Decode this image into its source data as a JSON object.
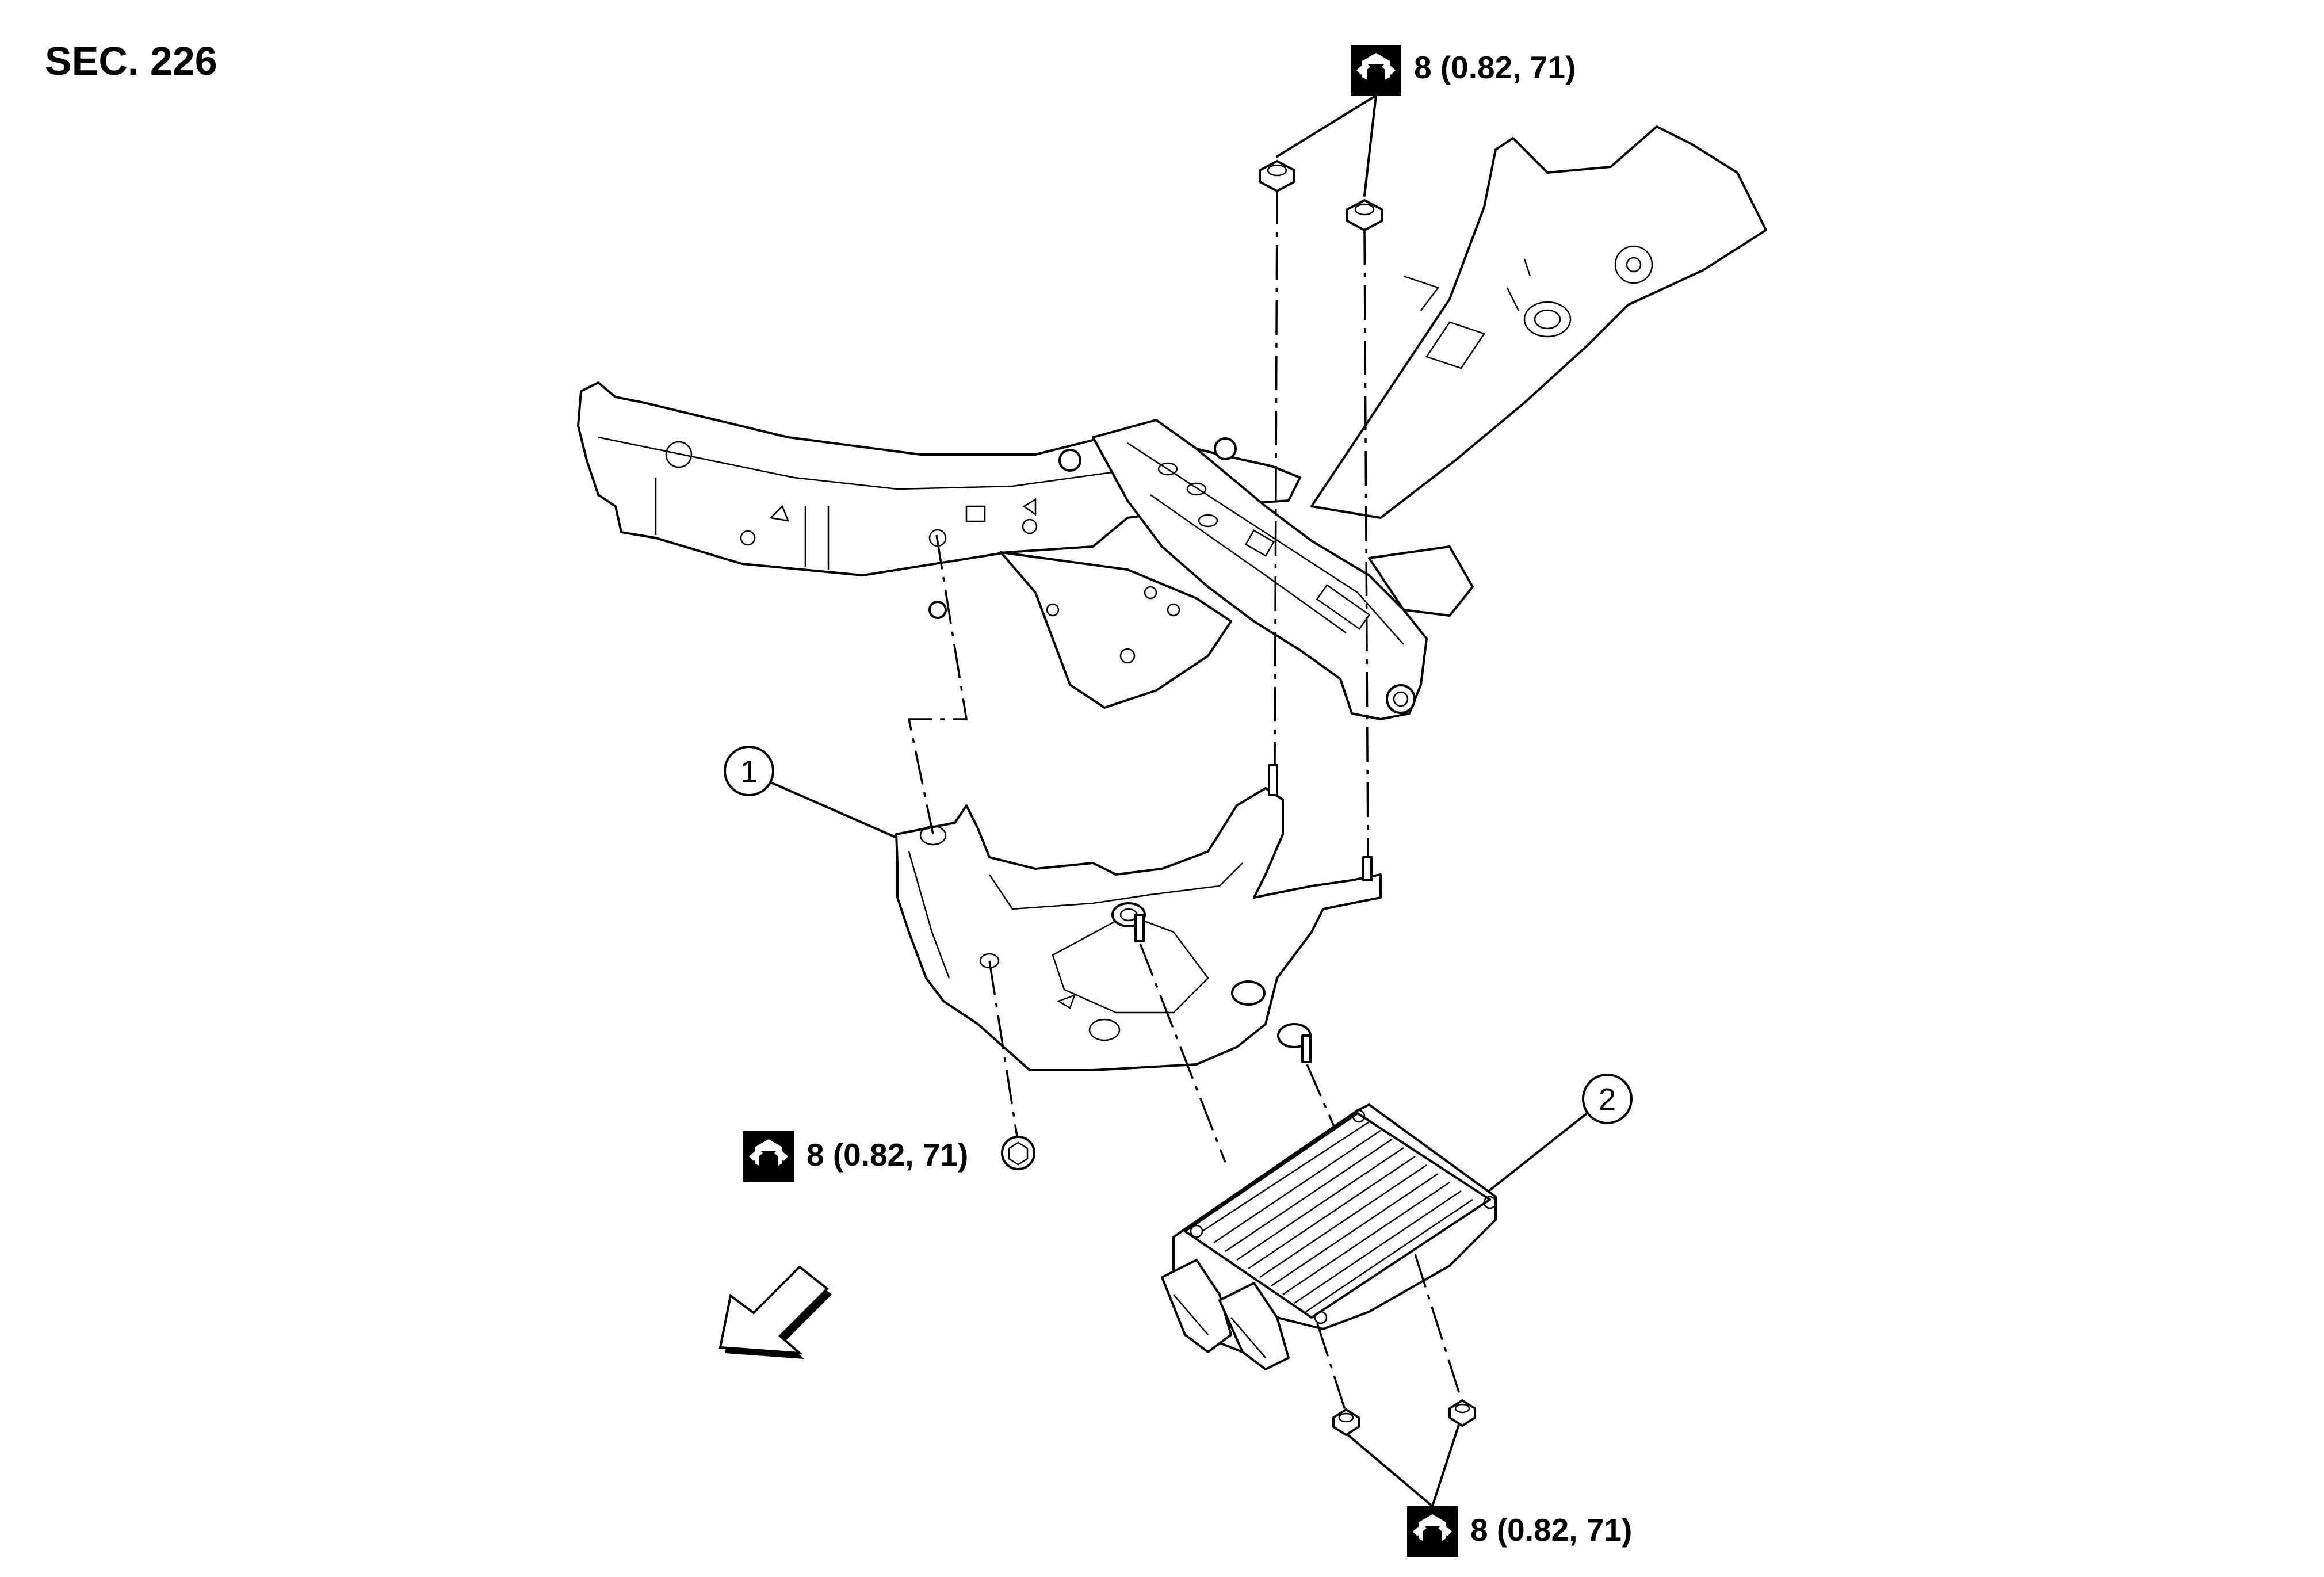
{
  "section": "SEC. 226",
  "torque_callouts": [
    {
      "value": "8 (0.82, 71)",
      "icon": "torque-wrench-icon"
    },
    {
      "value": "8 (0.82, 71)",
      "icon": "torque-wrench-icon"
    },
    {
      "value": "8 (0.82, 71)",
      "icon": "torque-wrench-icon"
    }
  ],
  "callouts": [
    {
      "number": "1"
    },
    {
      "number": "2"
    }
  ],
  "icons": [
    "torque-wrench-icon",
    "front-direction-arrow-icon"
  ]
}
